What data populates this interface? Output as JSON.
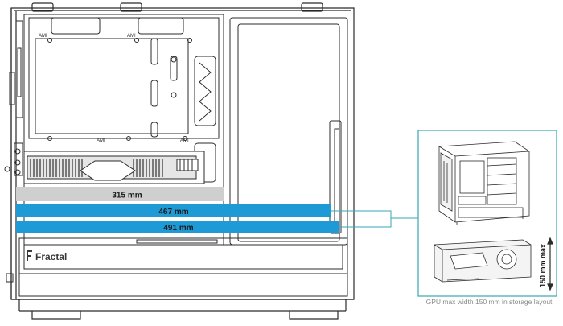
{
  "diagram": {
    "measurements": [
      {
        "label": "315 mm",
        "value_mm": 315
      },
      {
        "label": "467 mm",
        "value_mm": 467
      },
      {
        "label": "491 mm",
        "value_mm": 491
      }
    ],
    "board_labels": [
      "AMI",
      "AMI",
      "AMI",
      "AMI"
    ],
    "brand_logo": "Fractal",
    "gpu_height_label": "150 mm max",
    "caption": "GPU max width 150 mm in storage layout",
    "colors": {
      "highlight_blue": "#1e9ad6",
      "gray_bar": "#cfcfcf",
      "inset_border": "#3aa7b5",
      "line": "#2b2b2b",
      "caption_gray": "#8a8a8a"
    }
  }
}
